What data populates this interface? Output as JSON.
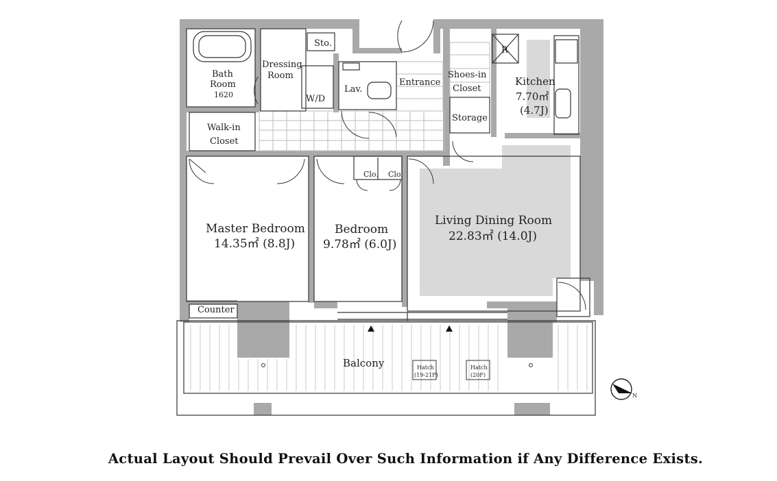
{
  "rooms": {
    "bath": {
      "line1": "Bath",
      "line2": "Room",
      "line3": "1620"
    },
    "dressing": {
      "line1": "Dressing",
      "line2": "Room"
    },
    "storage_small": "Sto.",
    "washer": "W/D",
    "lavatory": "Lav.",
    "entrance": "Entrance",
    "shoes_closet": {
      "line1": "Shoes-in",
      "line2": "Closet"
    },
    "storage": "Storage",
    "fridge": "R",
    "kitchen": {
      "name": "Kitchen",
      "area": "7.70㎡",
      "tatami": "(4.7J)"
    },
    "walkin_closet": {
      "line1": "Walk-in",
      "line2": "Closet"
    },
    "master_bedroom": {
      "name": "Master Bedroom",
      "area": "14.35㎡ (8.8J)"
    },
    "bedroom": {
      "name": "Bedroom",
      "area": "9.78㎡ (6.0J)"
    },
    "closet_left": "Clo.",
    "closet_right": "Clo.",
    "living_dining": {
      "name": "Living Dining Room",
      "area": "22.83㎡ (14.0J)"
    },
    "counter": "Counter",
    "balcony": "Balcony",
    "hatch1": {
      "line1": "Hatch",
      "line2": "(19-21F)"
    },
    "hatch2": {
      "line1": "Hatch",
      "line2": "(20F)"
    },
    "compass": "N"
  },
  "footer": {
    "disclaimer": "Actual Layout Should Prevail Over Such Information if Any Difference Exists."
  },
  "colors": {
    "wall": "#a9a9a9",
    "room_fill": "#d9d9d9",
    "line": "#333333"
  }
}
